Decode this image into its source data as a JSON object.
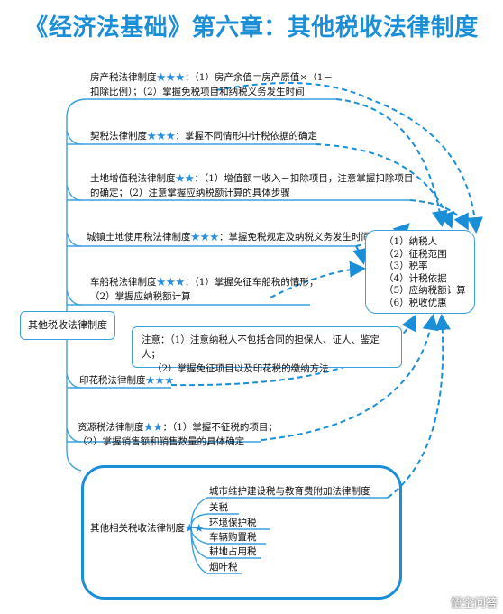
{
  "title": "《经济法基础》第六章：其他税收法律制度",
  "stars3": "★★★",
  "stars2": "★★",
  "main_node": "其他税收法律制度",
  "branches": {
    "property": {
      "name": "房产税法律制度",
      "text1": "：（1）房产余值＝房产原值×（1－",
      "text2": "扣除比例）；（2）掌握免税项目和纳税义务发生时间"
    },
    "deed": {
      "name": "契税法律制度",
      "text1": "：掌握不同情形中计税依据的确定"
    },
    "landvat": {
      "name": "土地增值税法律制度",
      "text1": "：（1）增值额＝收入－扣除项目，注意掌握扣除项目",
      "text2": "的确定；（2）注意掌握应纳税额计算的具体步骤"
    },
    "urbanland": {
      "name": "城镇土地使用税法律制度",
      "text1": "：掌握免税规定及纳税义务发生时间"
    },
    "vehicle": {
      "name": "车船税法律制度",
      "text1": "：（1）掌握免征车船税的情形；",
      "text2": "（2）掌握应纳税额计算"
    },
    "stamp": {
      "name": "印花税法律制度"
    },
    "resource": {
      "name": "资源税法律制度",
      "text1": "：（1）掌握不征税的项目；",
      "text2": "（2）掌握销售额和销售数量的具体确定"
    },
    "other": {
      "name": "其他相关税收法律制度"
    }
  },
  "elements": [
    "（1）纳税人",
    "（2）征税范围",
    "（3）税率",
    "（4）计税依据",
    "（5）应纳税额计算",
    "（6）税收优惠"
  ],
  "note": {
    "line1": "注意：（1）注意纳税人不包括合同的担保人、证人、鉴定人；",
    "line2": "（2）掌握免征项目以及印花税的缴纳方法"
  },
  "other_taxes": [
    "城市维护建设税与教育费附加法律制度",
    "关税",
    "环境保护税",
    "车辆购置税",
    "耕地占用税",
    "烟叶税"
  ],
  "watermark": "悟空问答"
}
